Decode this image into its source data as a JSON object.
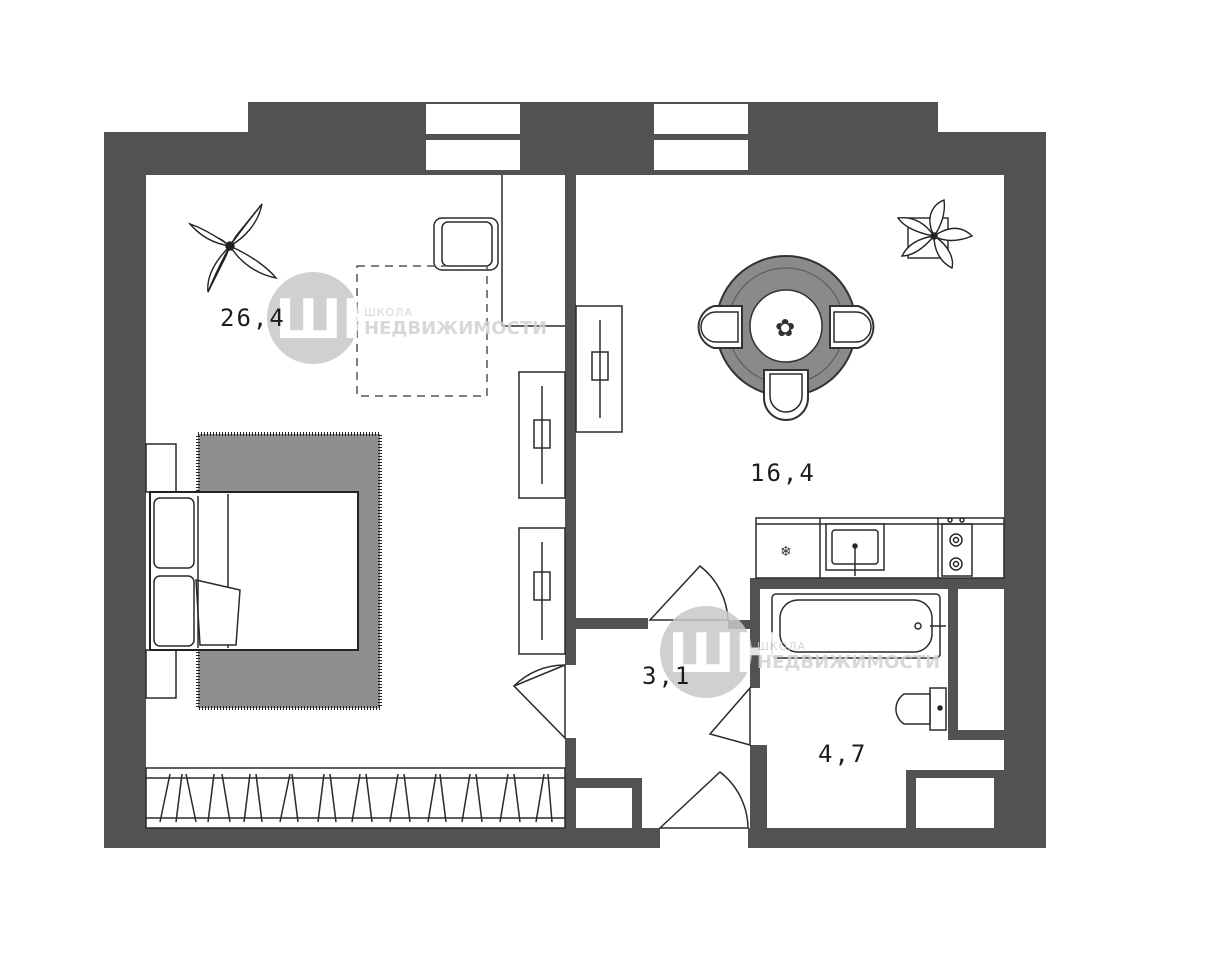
{
  "rooms": [
    {
      "id": "bedroom",
      "area": "26,4"
    },
    {
      "id": "kitchen",
      "area": "16,4"
    },
    {
      "id": "hall",
      "area": "3,1"
    },
    {
      "id": "bathroom",
      "area": "4,7"
    }
  ],
  "watermark": {
    "letters": "ШН",
    "line1": "ШКОЛА",
    "line2": "НЕДВИЖИМОСТИ"
  },
  "colors": {
    "wall": "#525252",
    "rug": "#8f8f8f",
    "table_ring": "#8a8a8a",
    "line": "#2a2a2a"
  },
  "icons": [
    "plant-icon",
    "snowflake-icon",
    "leaf-icon"
  ]
}
